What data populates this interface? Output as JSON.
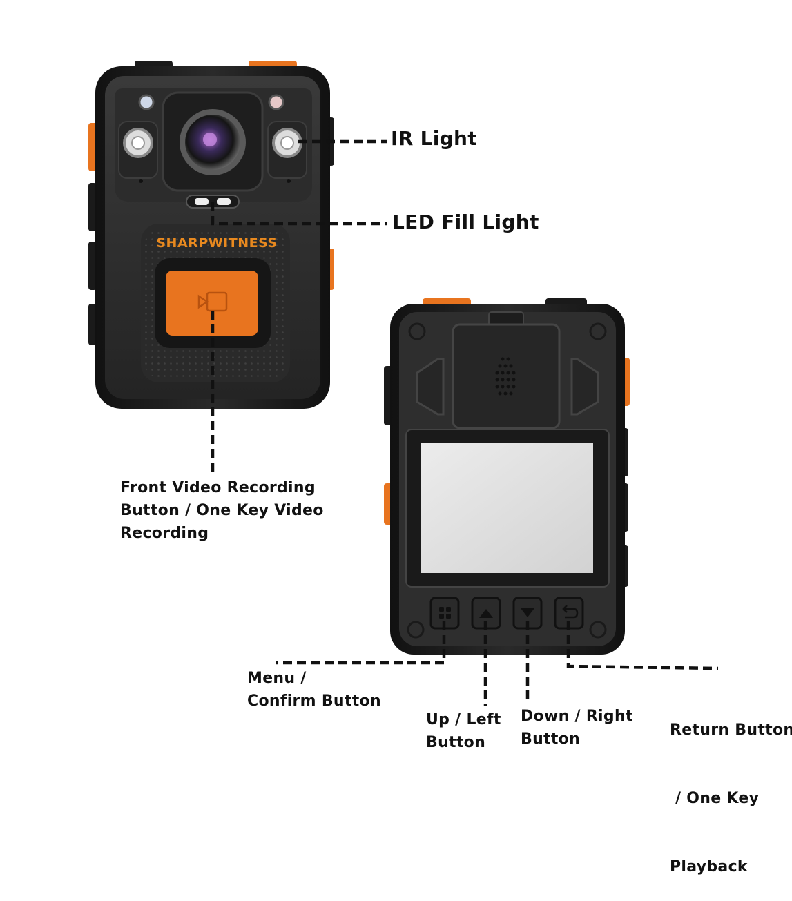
{
  "brand": "SHARPWITNESS",
  "colors": {
    "accent_orange": "#e8741f",
    "body_black": "#1c1c1c",
    "screen_gray": "#dcdcdc"
  },
  "icons": [
    "record-camera-icon",
    "menu-grid-icon",
    "up-arrow-icon",
    "down-arrow-icon",
    "return-arrow-icon"
  ],
  "callouts": {
    "ir_light": "IR Light",
    "led_fill_light": "LED Fill Light",
    "front_record": [
      "Front Video Recording",
      "Button / One Key Video",
      "Recording"
    ],
    "menu": [
      "Menu /",
      "Confirm Button"
    ],
    "up_left": [
      "Up / Left",
      "Button"
    ],
    "down_right": [
      "Down / Right",
      "Button"
    ],
    "return": [
      "Return Button",
      " / One Key",
      "Playback"
    ]
  }
}
